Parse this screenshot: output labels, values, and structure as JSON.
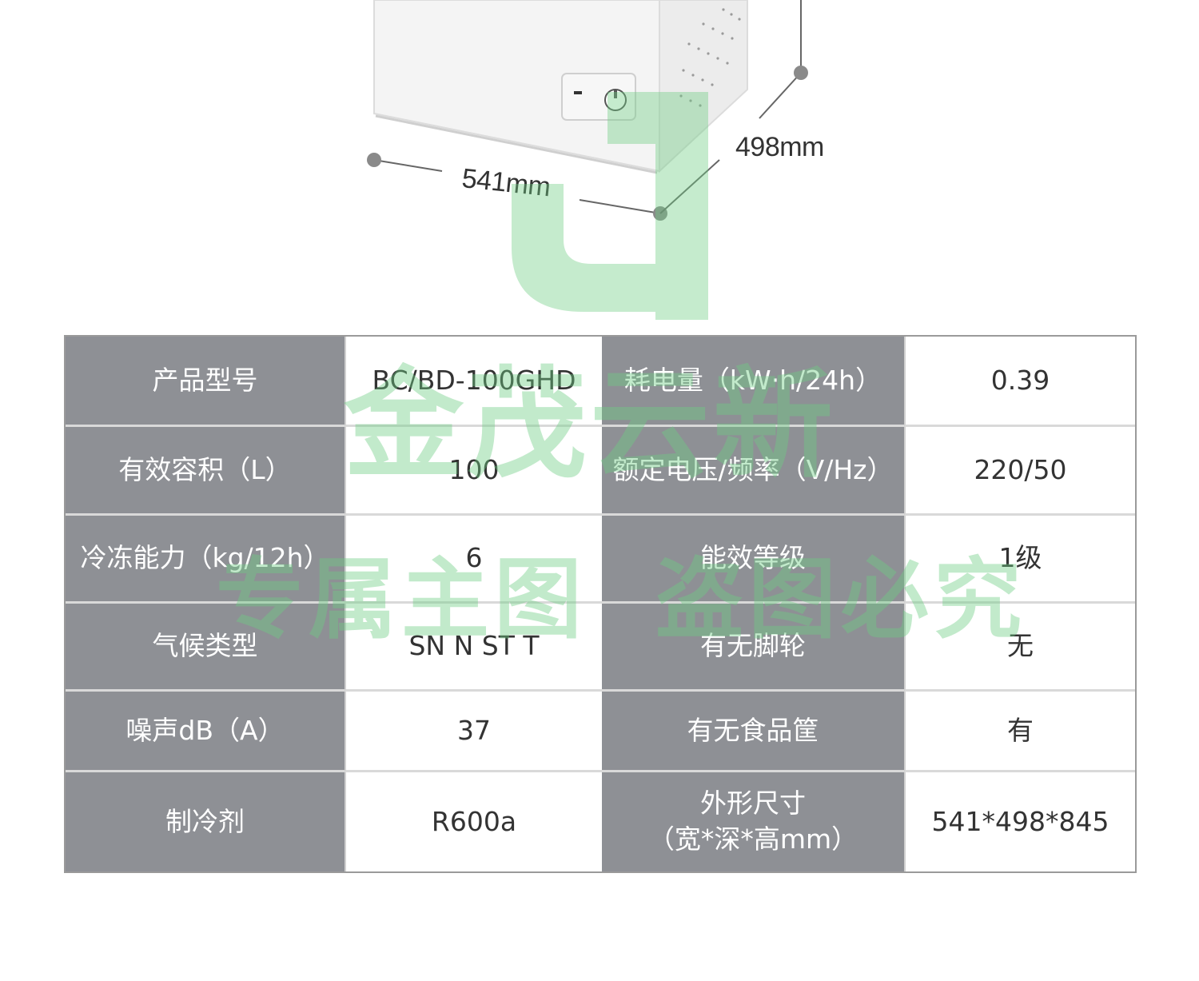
{
  "dimensions": {
    "width_label": "541mm",
    "depth_label": "498mm"
  },
  "spec_table": {
    "rows": [
      {
        "k1": "产品型号",
        "v1": "BC/BD-100GHD",
        "k2": "耗电量（kW·h/24h）",
        "v2": "0.39"
      },
      {
        "k1": "有效容积（L）",
        "v1": "100",
        "k2": "额定电压/频率（V/Hz）",
        "v2": "220/50"
      },
      {
        "k1": "冷冻能力（kg/12h）",
        "v1": "6",
        "k2": "能效等级",
        "v2": "1级"
      },
      {
        "k1": "气候类型",
        "v1": "SN N ST T",
        "k2": "有无脚轮",
        "v2": "无"
      },
      {
        "k1": "噪声dB（A）",
        "v1": "37",
        "k2": "有无食品筐",
        "v2": "有"
      },
      {
        "k1": "制冷剂",
        "v1": "R600a",
        "k2_line1": "外形尺寸",
        "k2_line2": "（宽*深*高mm）",
        "v2": "541*498*845"
      }
    ]
  },
  "watermark": {
    "logo_letter": "J",
    "line1": "金茂云新",
    "line2a": "专属主图",
    "line2b": "盗图必究",
    "color": "#6ecd82"
  },
  "colors": {
    "key_cell": "#8e9095",
    "value_cell": "#ffffff",
    "text": "#333333"
  }
}
